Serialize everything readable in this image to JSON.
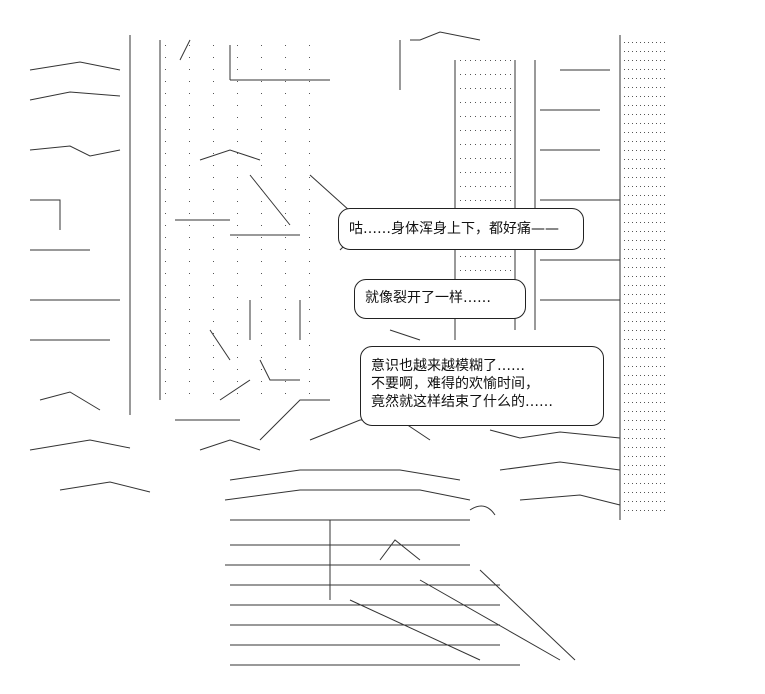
{
  "bubbles": [
    {
      "lines": [
        "咕……身体浑身上下，都好痛——"
      ]
    },
    {
      "lines": [
        "就像裂开了一样……"
      ]
    },
    {
      "lines": [
        "意识也越来越模糊了……",
        "不要啊，难得的欢愉时间，",
        "竟然就这样结束了什么的……"
      ]
    }
  ],
  "colors": {
    "ink": "#111111",
    "background": "#ffffff"
  }
}
